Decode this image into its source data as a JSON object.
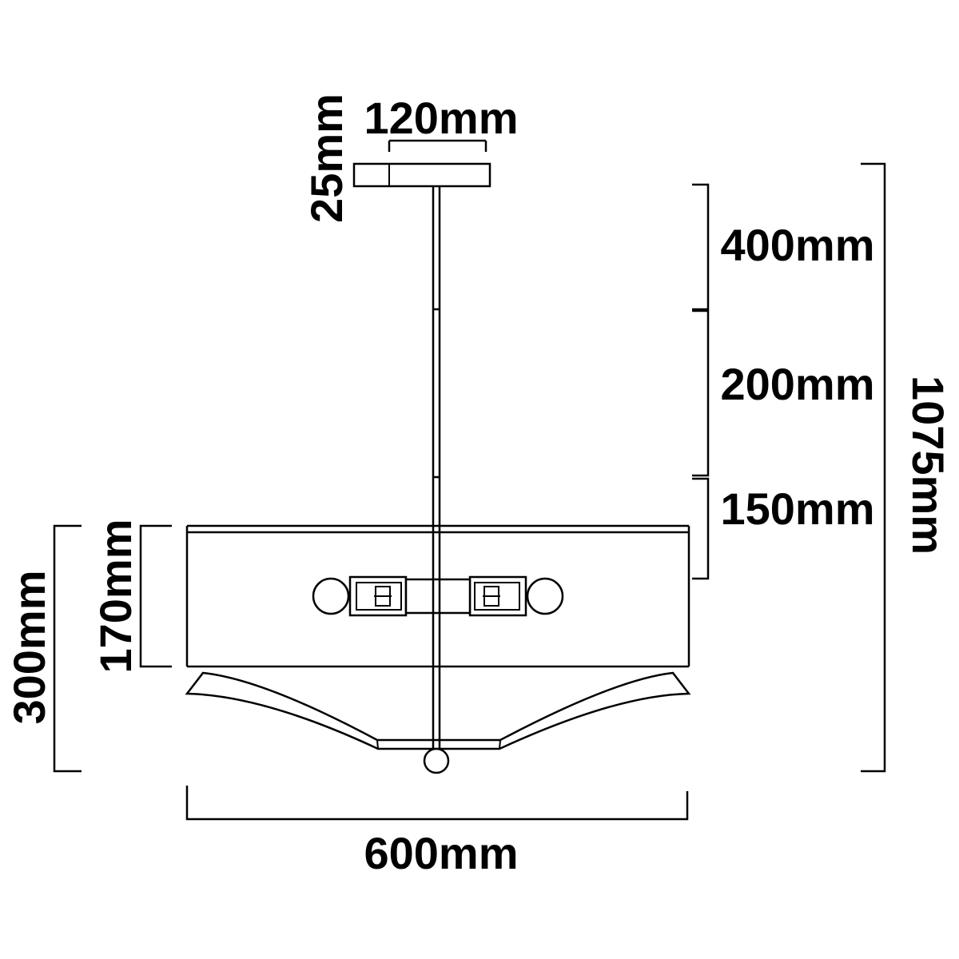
{
  "dimensions": {
    "canopy_width": "120mm",
    "canopy_height": "25mm",
    "rod_segment_1": "400mm",
    "rod_segment_2": "200mm",
    "rod_segment_3": "150mm",
    "overall_height": "1075mm",
    "shade_height": "170mm",
    "fixture_height": "300mm",
    "fixture_width": "600mm"
  },
  "colors": {
    "line": "#000000",
    "background": "#ffffff"
  }
}
